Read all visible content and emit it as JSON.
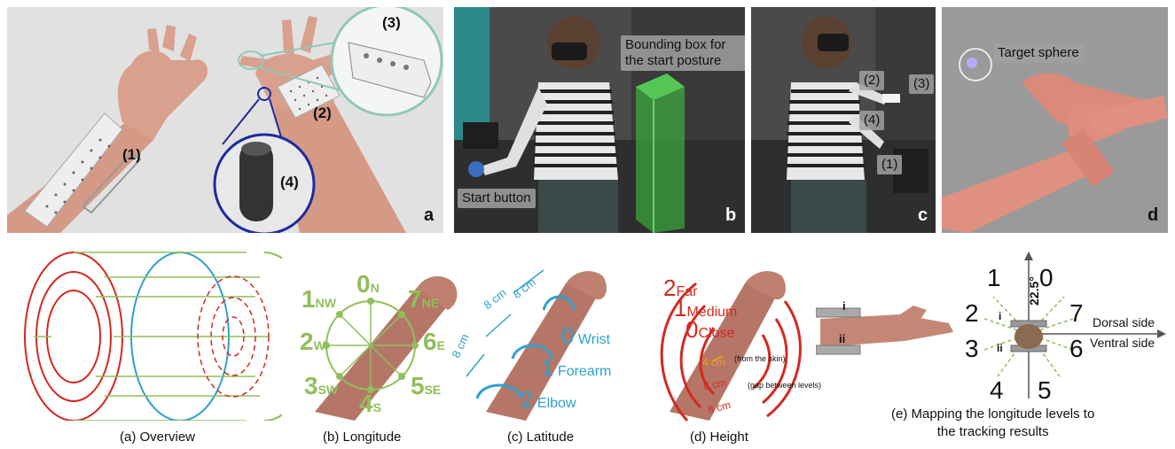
{
  "panel_a": {
    "labels": [
      "(1)",
      "(2)",
      "(3)",
      "(4)"
    ],
    "tag": "a"
  },
  "panel_b": {
    "bounding_box_label": "Bounding box for the start posture",
    "start_button_label": "Start button",
    "tag": "b"
  },
  "panel_c": {
    "labels": [
      "(2)",
      "(3)",
      "(4)",
      "(1)"
    ],
    "tag": "c"
  },
  "panel_d": {
    "target_label": "Target sphere",
    "tag": "d"
  },
  "captions": {
    "a": "(a) Overview",
    "b": "(b) Longitude",
    "c": "(c) Latitude",
    "d": "(d) Height",
    "e_line1": "(e) Mapping the longitude levels to",
    "e_line2": "the tracking results"
  },
  "longitude": {
    "levels": [
      {
        "num": "0",
        "dir": "N"
      },
      {
        "num": "1",
        "dir": "NW"
      },
      {
        "num": "7",
        "dir": "NE"
      },
      {
        "num": "2",
        "dir": "W"
      },
      {
        "num": "6",
        "dir": "E"
      },
      {
        "num": "3",
        "dir": "SW"
      },
      {
        "num": "5",
        "dir": "SE"
      },
      {
        "num": "4",
        "dir": "S"
      }
    ]
  },
  "latitude": {
    "gap1": "8 cm",
    "gap2": "8 cm",
    "gap3": "8 cm",
    "levels": [
      {
        "num": "0",
        "name": "Wrist"
      },
      {
        "num": "1",
        "name": "Forearm"
      },
      {
        "num": "2",
        "name": "Elbow"
      }
    ]
  },
  "height": {
    "levels": [
      {
        "num": "2",
        "name": "Far"
      },
      {
        "num": "1",
        "name": "Medium"
      },
      {
        "num": "0",
        "name": "Close"
      }
    ],
    "skin_dist": "4 cm",
    "skin_note": "(from the skin)",
    "gap1": "8 cm",
    "gap_note": "(gap between levels)",
    "gap2": "8 cm"
  },
  "mapping": {
    "sensor_i": "i",
    "sensor_ii": "ii",
    "angle": "22.5°",
    "dorsal": "Dorsal side",
    "ventral": "Ventral side",
    "numbers": [
      "1",
      "0",
      "2",
      "7",
      "3",
      "6",
      "4",
      "5"
    ]
  }
}
